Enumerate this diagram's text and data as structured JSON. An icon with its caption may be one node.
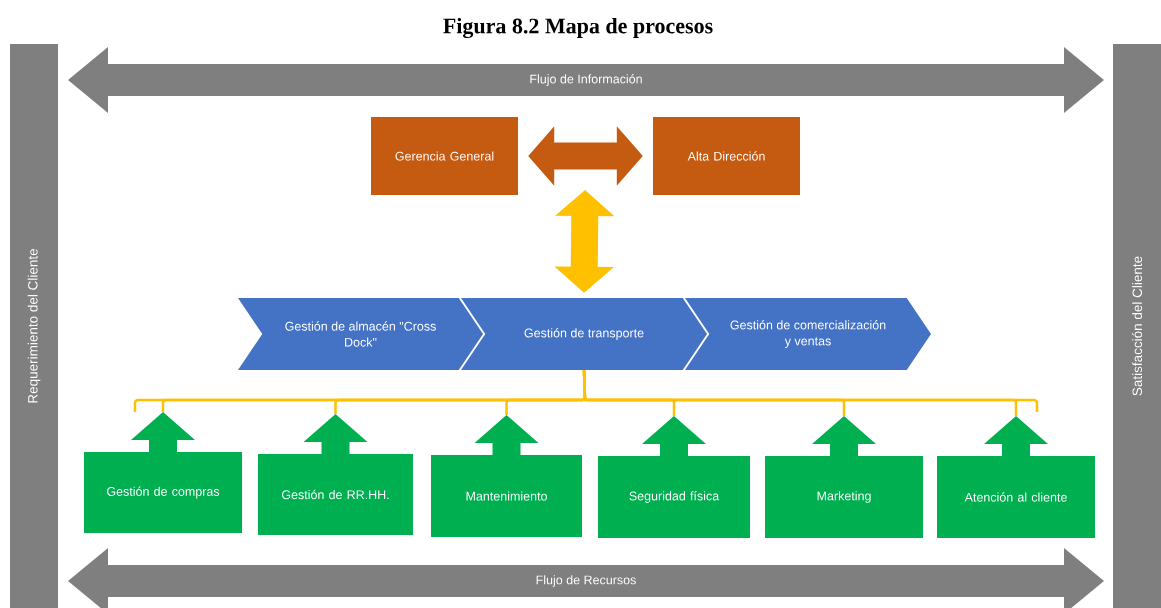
{
  "diagram": {
    "title": "Figura 8.2 Mapa de procesos",
    "nodes": [
      {
        "text": [
          "Requerimiento del Cliente"
        ]
      },
      {
        "text": [
          "Satisfacción del Cliente"
        ]
      },
      {
        "text": [
          "Flujo de Información"
        ]
      },
      {
        "text": [
          "Gerencia General"
        ]
      },
      {
        "text": [
          "Alta Dirección"
        ]
      },
      {
        "text": [
          "Gestión de almacén \"Cross Dock\""
        ]
      },
      {
        "text": [
          "Gestión de transporte"
        ]
      },
      {
        "text": [
          "Gestión de comercialización y ventas"
        ]
      },
      {
        "text": [
          "Gestión de compras"
        ]
      },
      {
        "text": [
          "Gestión de RR.HH."
        ]
      },
      {
        "text": [
          "Mantenimiento"
        ]
      },
      {
        "text": [
          "Seguridad física"
        ]
      },
      {
        "text": [
          "Marketing"
        ]
      },
      {
        "text": [
          "Atención al cliente"
        ]
      },
      {
        "text": [
          "Flujo de Recursos"
        ]
      }
    ],
    "edges": [
      {
        "from": 3,
        "to": 4,
        "arrow": "both",
        "style": "thick",
        "color": "#c55a11"
      },
      {
        "from": null,
        "to": 6,
        "arrow": "both",
        "style": "thick",
        "color": "#ffc000"
      },
      {
        "from": 8,
        "to": 6,
        "arrow": "none",
        "color": "#ffc000"
      },
      {
        "from": 9,
        "to": 6,
        "arrow": "none",
        "color": "#ffc000"
      },
      {
        "from": 10,
        "to": 6,
        "arrow": "none",
        "color": "#ffc000"
      },
      {
        "from": 11,
        "to": 6,
        "arrow": "none",
        "color": "#ffc000"
      },
      {
        "from": 12,
        "to": 6,
        "arrow": "none",
        "color": "#ffc000"
      },
      {
        "from": 13,
        "to": 6,
        "arrow": "none",
        "color": "#ffc000"
      }
    ]
  }
}
